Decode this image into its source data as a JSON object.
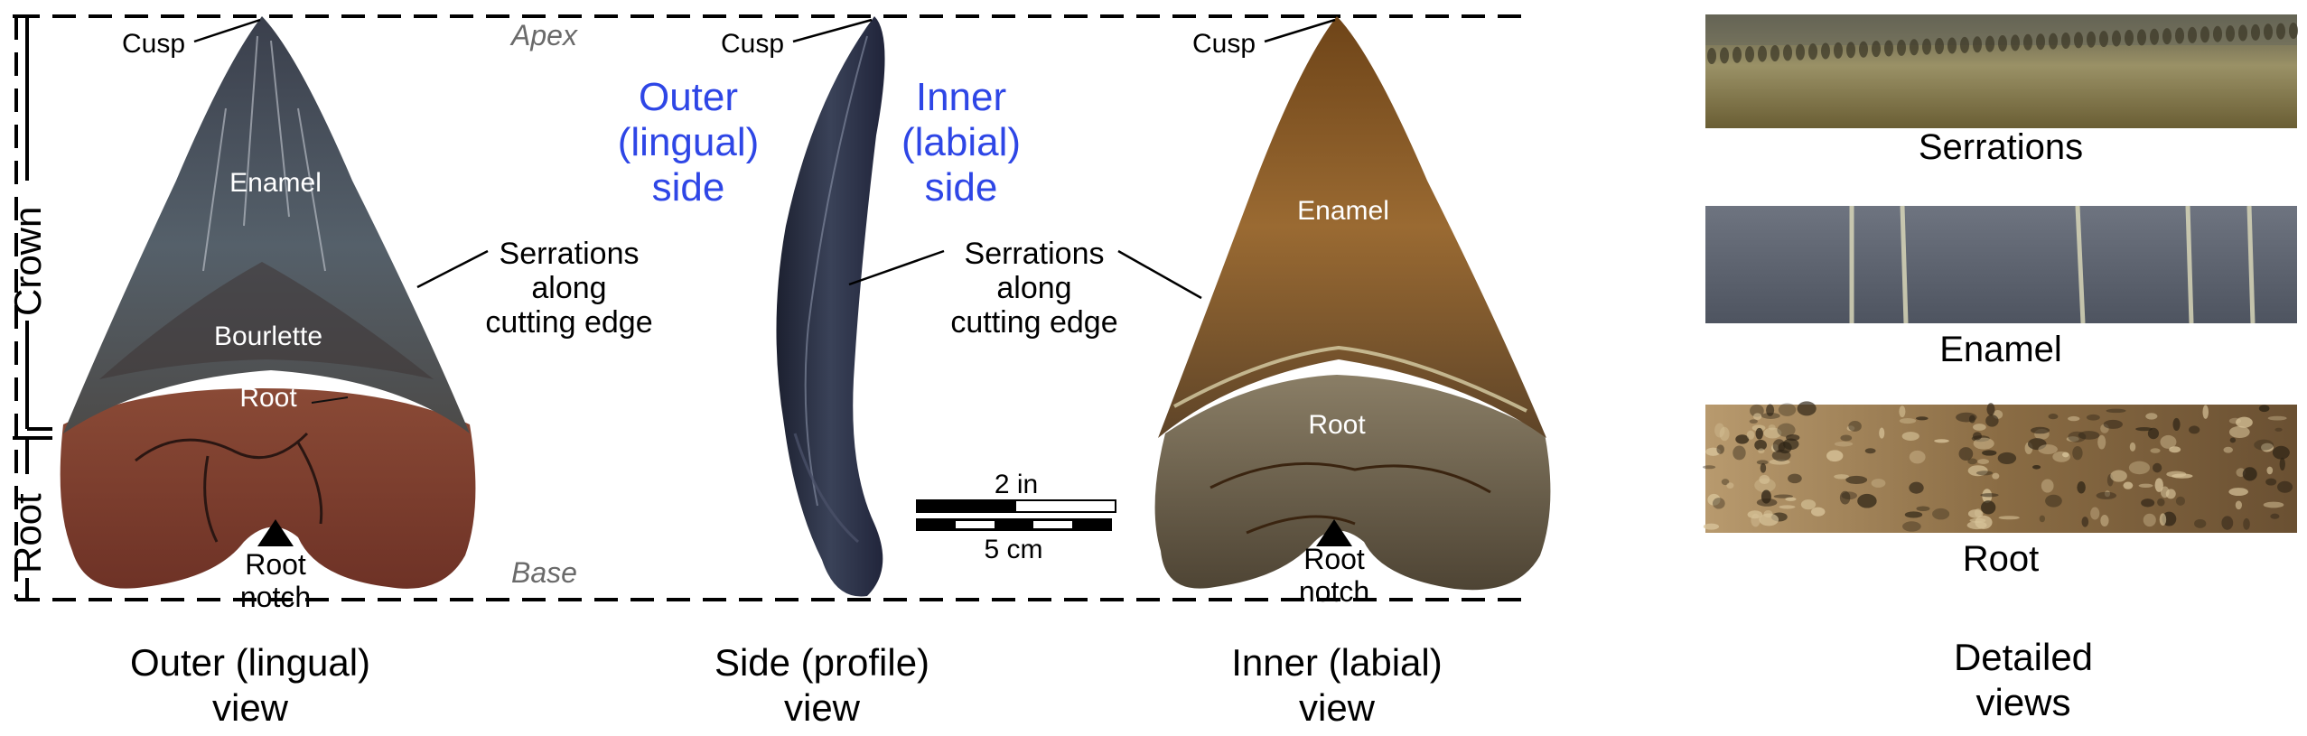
{
  "frame_labels": {
    "apex": "Apex",
    "base": "Base"
  },
  "axis_labels": {
    "crown": "Crown",
    "root": "Root"
  },
  "outer_view": {
    "cusp": "Cusp",
    "enamel": "Enamel",
    "bourlette": "Bourlette",
    "root": "Root",
    "serrations": [
      "Serrations",
      "along",
      "cutting edge"
    ],
    "root_notch": [
      "Root",
      "notch"
    ],
    "caption": [
      "Outer (lingual)",
      "view"
    ]
  },
  "side_view": {
    "cusp": "Cusp",
    "outer_side": [
      "Outer",
      "(lingual)",
      "side"
    ],
    "inner_side": [
      "Inner",
      "(labial)",
      "side"
    ],
    "serrations": [
      "Serrations",
      "along",
      "cutting edge"
    ],
    "caption": [
      "Side (profile)",
      "view"
    ]
  },
  "inner_view": {
    "cusp": "Cusp",
    "enamel": "Enamel",
    "root": "Root",
    "root_notch": [
      "Root",
      "notch"
    ],
    "caption": [
      "Inner (labial)",
      "view"
    ]
  },
  "scale_bar": {
    "inches": "2 in",
    "centimeters": "5 cm"
  },
  "detail_views": {
    "serrations": "Serrations",
    "enamel": "Enamel",
    "root": "Root",
    "caption": [
      "Detailed",
      "views"
    ]
  },
  "colors": {
    "label_blue": "#2e46e6",
    "outer_enamel": "#4a5060",
    "outer_root": "#7a3a2c",
    "inner_enamel": "#8a5a28",
    "inner_root": "#6e6250",
    "side_tooth": "#262a3a"
  }
}
